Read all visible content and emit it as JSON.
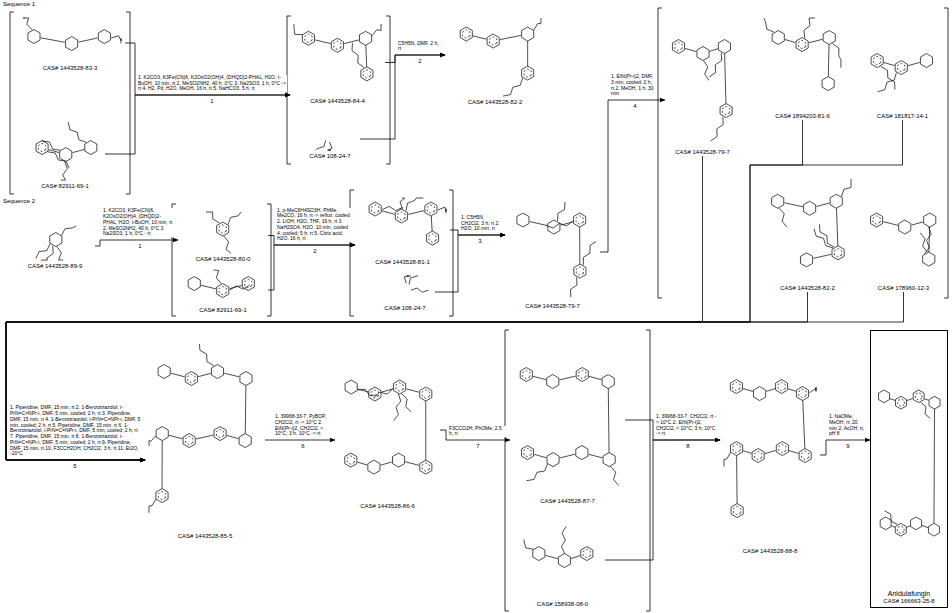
{
  "diagram": {
    "nodes": [
      {
        "text": [
          "CAS# 1443528-83-3"
        ]
      },
      {
        "text": [
          "CAS# 82911-69-1"
        ]
      },
      {
        "text": [
          "CAS# 1443528-84-4"
        ]
      },
      {
        "text": [
          "CAS# 108-24-7"
        ]
      },
      {
        "text": [
          "CAS# 1443528-82-2"
        ]
      },
      {
        "text": [
          "CAS# 1443528-89-9"
        ]
      },
      {
        "text": [
          "CAS# 1443528-80-0"
        ]
      },
      {
        "text": [
          "CAS# 82911-69-1"
        ]
      },
      {
        "text": [
          "CAS# 1443528-81-1"
        ]
      },
      {
        "text": [
          "CAS# 108-24-7"
        ]
      },
      {
        "text": [
          "CAS# 1443528-79-7"
        ]
      },
      {
        "text": [
          "CAS# 1443528-79-7"
        ]
      },
      {
        "text": [
          "CAS# 1894203-81-6"
        ]
      },
      {
        "text": [
          "CAS# 181817-14-1"
        ]
      },
      {
        "text": [
          "CAS# 1443528-82-2"
        ]
      },
      {
        "text": [
          "CAS# 178960-12-3"
        ]
      },
      {
        "text": [
          "CAS# 1443528-85-5"
        ]
      },
      {
        "text": [
          "CAS# 1443528-86-6"
        ]
      },
      {
        "text": [
          "CAS# 1443528-87-7"
        ]
      },
      {
        "text": [
          "CAS# 158938-08-0"
        ]
      },
      {
        "text": [
          "CAS# 1443528-88-8"
        ]
      },
      {
        "text": [
          "Anidulafungin",
          "CAS# 166663-25-8"
        ]
      }
    ],
    "edges": [
      {
        "from": 0,
        "to": 2,
        "arrow": "to",
        "label": "1. K2CO3, K3Fe(CN)6, K2OsO2(OH)4, (DHQD)2-PHAL, H2O, t-BuOH, 10 min, rt 2. MeSO2NH2, 40 h, 0°C 3. Na2SO3, 1 h, 0°C -> rt 4. H2, Pd, H2O, MeOH, 16 h, rt 5. NaHCO3, 5 h, rt"
      },
      {
        "from": 1,
        "to": 2,
        "arrow": "to"
      },
      {
        "from": 2,
        "to": 4,
        "arrow": "to",
        "label": "C5H5N, DMF, 2 h, rt"
      },
      {
        "from": 3,
        "to": 4,
        "arrow": "to"
      },
      {
        "from": 5,
        "to": 6,
        "arrow": "to",
        "label": "1. K2CO3, K3Fe(CN)6, K2OsO2(OH)4, (DHQD)2-PHAL, H2O, t-BuOH, 10 min, rt 2. MeSO2NH2, 40 h, 0°C 3. Na2SO3, 1 h, 0°C - rt"
      },
      {
        "from": 6,
        "to": 8,
        "arrow": "to",
        "label": "1. p-MeC6H4SO3H, PhMe, Me2CO, 16 h, rt -> reflux; cooled 2. LiOH, H2O, THF, 16 h, rt 3. NaH2SO4, H2O, 10 min, cooled 4. cooled; 5 h, rt 5. Citric acid, H2O, 16 h, rt"
      },
      {
        "from": 7,
        "to": 8,
        "arrow": "to"
      },
      {
        "from": 8,
        "to": 10,
        "arrow": "to",
        "label": "1. C5H5N, CH2Cl2, 3 h, rt 2. H2O, 10 min, rt"
      },
      {
        "from": 9,
        "to": 10,
        "arrow": "to"
      },
      {
        "from": 10,
        "to": 11,
        "arrow": "to",
        "label": "1. EtN(Pr-i)2, DMF, 3 min, cooled; 2 h, rt 2. MeOH, 1 h, 30 min"
      },
      {
        "from": 11,
        "to": 16,
        "arrow": "to",
        "label": "1. Piperidine, DMF, 15 min, rt 2. 1-Benzotriazolol, i-PrN=C=NPr-i, DMF, 5 min, cooled; 2 h, rt 3. Piperidine, DMF, 15 min, rt 4. 1-Benzotriazolol, i-PrN=C=NPr-i, DMF, 5 min, cooled; 2 h, rt 5. Piperidine, DMF, 15 min, rt 6. 1-Benzotriazolol, i-PrN=C=NPr-i, DMF, 5 min, cooled; 2 h, rt 7. Piperidine, DMF, 15 min, rt 8. 1-Benzotriazolol, i-PrN=C=NPr-i, DMF, 5 min, cooled; 2 h, rt 9. Piperidine, DMF, 15 min, rt 10. F3CCH2OH, CH2Cl2, 3 h, rt 11. Et2O, -20°C"
      },
      {
        "from": 12,
        "to": 16,
        "arrow": "to"
      },
      {
        "from": 13,
        "to": 16,
        "arrow": "to"
      },
      {
        "from": 14,
        "to": 16,
        "arrow": "to"
      },
      {
        "from": 15,
        "to": 16,
        "arrow": "to"
      },
      {
        "from": 16,
        "to": 17,
        "arrow": "to",
        "label": "1. 39968-33-7, PyBOP, CH2Cl2, rt -> 10°C 2. EtN(Pr-i)2, CH2Cl2, < 10°C; 3 h, 10°C -> rt"
      },
      {
        "from": 17,
        "to": 18,
        "arrow": "to",
        "label": "F3CCO2H, PhOMe, 2.5 h, rt"
      },
      {
        "from": 18,
        "to": 20,
        "arrow": "to",
        "label": "1. 39968-33-7, CH2Cl2, rt -> 10°C 2. EtN(Pr-i)2, CH2Cl2, < 10°C; 3 h, 10°C -> rt"
      },
      {
        "from": 19,
        "to": 20,
        "arrow": "to"
      },
      {
        "from": 20,
        "to": 21,
        "arrow": "to",
        "label": "1. NaOMe, MeOH, rt; 20 min 2. AcOH, rt, pH 8"
      }
    ],
    "labels": [
      "Sequence 1",
      "1",
      "2",
      "Sequence 2",
      "1",
      "2",
      "3",
      "4",
      "5",
      "6",
      "7",
      "8",
      "9"
    ]
  }
}
